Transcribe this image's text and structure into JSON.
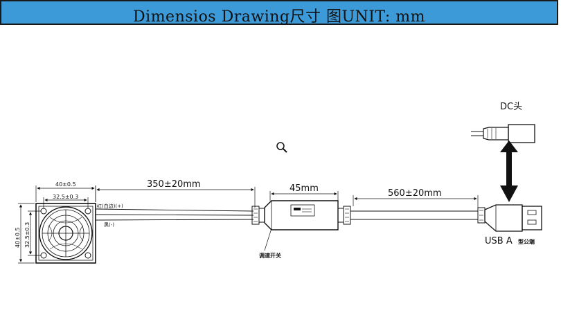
{
  "header": {
    "title": "Dimensios Drawing尺寸 图UNIT: mm"
  },
  "fan": {
    "width_top": "40±0.5",
    "hole_top": "32.5±0.3",
    "height_left": "40±0.5",
    "hole_left": "32.5±0.3",
    "wire_red_label": "红(白边)(+)",
    "wire_black_label": "黑(-)"
  },
  "dimensions": {
    "cable_left": "350±20mm",
    "switch_box": "45mm",
    "cable_right": "560±20mm"
  },
  "switch": {
    "label": "调速开关"
  },
  "connectors": {
    "dc_label": "DC头",
    "usb_label": "USB A",
    "usb_sub": "型公端"
  },
  "icons": {
    "zoom": "magnifier-icon"
  },
  "colors": {
    "header_bg": "#3d9ad8",
    "line": "#111111"
  }
}
